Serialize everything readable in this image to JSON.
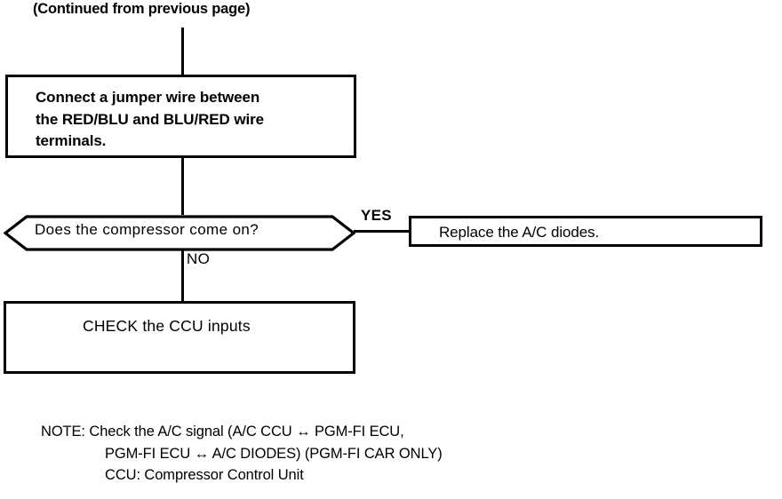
{
  "page": {
    "continued_from": "(Continued from previous page)"
  },
  "flowchart": {
    "type": "flowchart",
    "steps": [
      {
        "id": "jumper-wire",
        "shape": "process",
        "text": "Connect a jumper wire between\nthe RED/BLU and BLU/RED wire\nterminals."
      },
      {
        "id": "compressor-question",
        "shape": "decision",
        "text": "Does the compressor come on?"
      },
      {
        "id": "replace-diodes",
        "shape": "process",
        "text": "Replace the A/C diodes."
      },
      {
        "id": "check-ccu",
        "shape": "process",
        "text": "CHECK the CCU inputs"
      }
    ],
    "branches": {
      "yes": "YES",
      "no": "NO"
    }
  },
  "note": {
    "line1": "NOTE: Check the A/C signal (A/C CCU ↔ PGM-FI ECU,",
    "line2": "PGM-FI ECU ↔ A/C DIODES) (PGM-FI CAR ONLY)",
    "line3": "CCU: Compressor Control Unit"
  },
  "style": {
    "ink": "#000000",
    "paper": "#ffffff"
  }
}
